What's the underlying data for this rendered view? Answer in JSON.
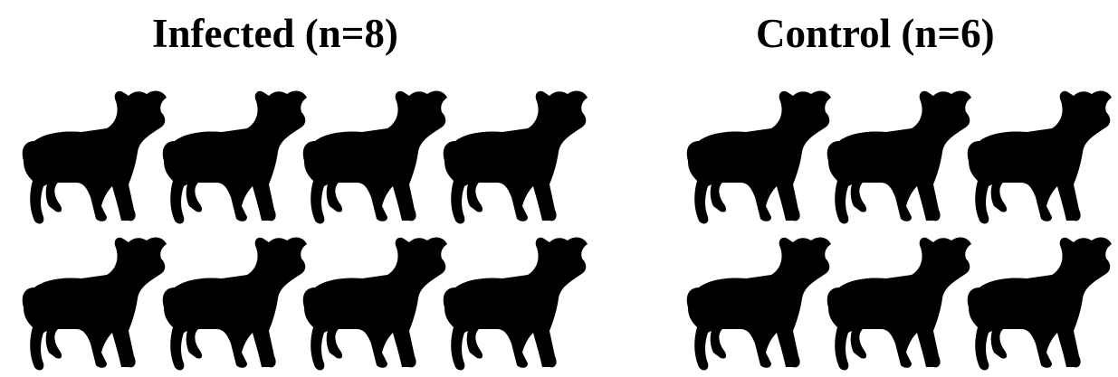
{
  "groups": [
    {
      "id": "infected",
      "title": "Infected (n=8)",
      "count": 8
    },
    {
      "id": "control",
      "title": "Control (n=6)",
      "count": 6
    }
  ],
  "icon": "lamb-silhouette-icon",
  "colors": {
    "silhouette": "#000000",
    "background": "#ffffff"
  }
}
